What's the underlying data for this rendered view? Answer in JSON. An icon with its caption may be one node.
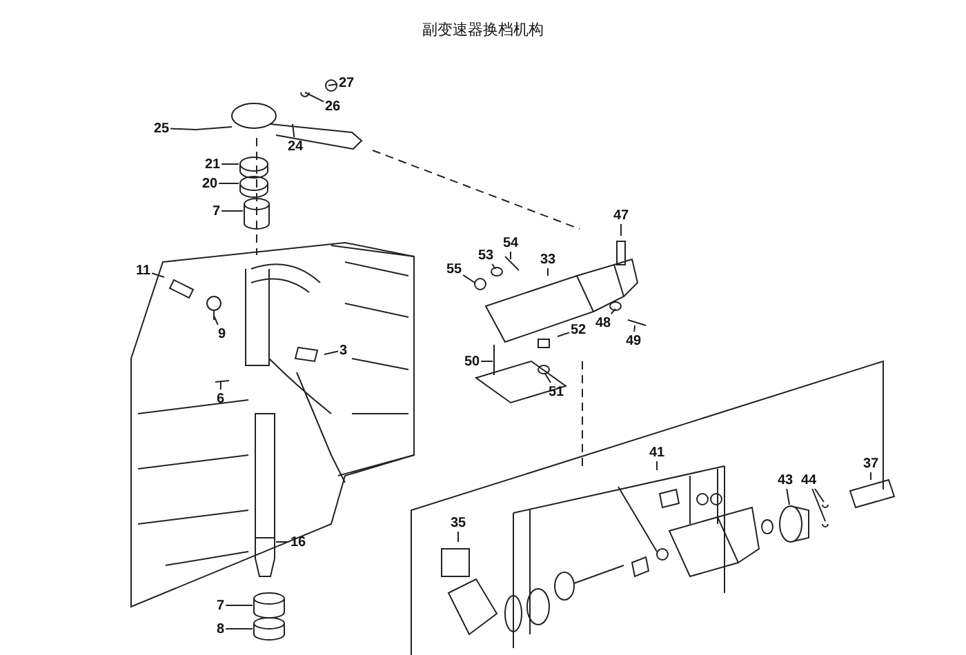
{
  "diagram": {
    "title": "副变速器换档机构",
    "nodes": [
      {
        "text": [
          "27"
        ]
      },
      {
        "text": [
          "26"
        ]
      },
      {
        "text": [
          "25"
        ]
      },
      {
        "text": [
          "24"
        ]
      },
      {
        "text": [
          "21"
        ]
      },
      {
        "text": [
          "20"
        ]
      },
      {
        "text": [
          "7"
        ]
      },
      {
        "text": [
          "47"
        ]
      },
      {
        "text": [
          "54"
        ]
      },
      {
        "text": [
          "53"
        ]
      },
      {
        "text": [
          "33"
        ]
      },
      {
        "text": [
          "55"
        ]
      },
      {
        "text": [
          "11"
        ]
      },
      {
        "text": [
          "9"
        ]
      },
      {
        "text": [
          "48"
        ]
      },
      {
        "text": [
          "52"
        ]
      },
      {
        "text": [
          "3"
        ]
      },
      {
        "text": [
          "49"
        ]
      },
      {
        "text": [
          "50"
        ]
      },
      {
        "text": [
          "51"
        ]
      },
      {
        "text": [
          "6"
        ]
      },
      {
        "text": [
          "41"
        ]
      },
      {
        "text": [
          "37"
        ]
      },
      {
        "text": [
          "43"
        ]
      },
      {
        "text": [
          "44"
        ]
      },
      {
        "text": [
          "35"
        ]
      },
      {
        "text": [
          "16"
        ]
      },
      {
        "text": [
          "7"
        ]
      },
      {
        "text": [
          "8"
        ]
      }
    ],
    "edges": [
      {
        "from": 0,
        "to": null,
        "arrow": "none"
      },
      {
        "from": 1,
        "to": null,
        "arrow": "none"
      },
      {
        "from": 2,
        "to": null,
        "arrow": "none"
      },
      {
        "from": 3,
        "to": null,
        "arrow": "none"
      },
      {
        "from": 4,
        "to": null,
        "arrow": "none"
      },
      {
        "from": 5,
        "to": null,
        "arrow": "none"
      },
      {
        "from": 6,
        "to": null,
        "arrow": "none"
      },
      {
        "from": 7,
        "to": null,
        "arrow": "none"
      },
      {
        "from": 8,
        "to": null,
        "arrow": "none"
      },
      {
        "from": 9,
        "to": null,
        "arrow": "none"
      },
      {
        "from": 10,
        "to": null,
        "arrow": "none"
      },
      {
        "from": 11,
        "to": null,
        "arrow": "none"
      },
      {
        "from": 12,
        "to": null,
        "arrow": "none"
      },
      {
        "from": 13,
        "to": null,
        "arrow": "none"
      },
      {
        "from": 14,
        "to": null,
        "arrow": "none"
      },
      {
        "from": 15,
        "to": null,
        "arrow": "none"
      },
      {
        "from": 16,
        "to": null,
        "arrow": "none"
      },
      {
        "from": 17,
        "to": null,
        "arrow": "none"
      },
      {
        "from": 18,
        "to": null,
        "arrow": "none"
      },
      {
        "from": 19,
        "to": null,
        "arrow": "none"
      },
      {
        "from": 20,
        "to": null,
        "arrow": "none"
      },
      {
        "from": 21,
        "to": null,
        "arrow": "none"
      },
      {
        "from": 22,
        "to": null,
        "arrow": "none"
      },
      {
        "from": 23,
        "to": null,
        "arrow": "none"
      },
      {
        "from": 24,
        "to": null,
        "arrow": "none"
      },
      {
        "from": 24,
        "to": null,
        "arrow": "none"
      },
      {
        "from": 25,
        "to": null,
        "arrow": "none"
      },
      {
        "from": 26,
        "to": null,
        "arrow": "none"
      },
      {
        "from": 27,
        "to": null,
        "arrow": "none"
      },
      {
        "from": 28,
        "to": null,
        "arrow": "none"
      }
    ]
  }
}
